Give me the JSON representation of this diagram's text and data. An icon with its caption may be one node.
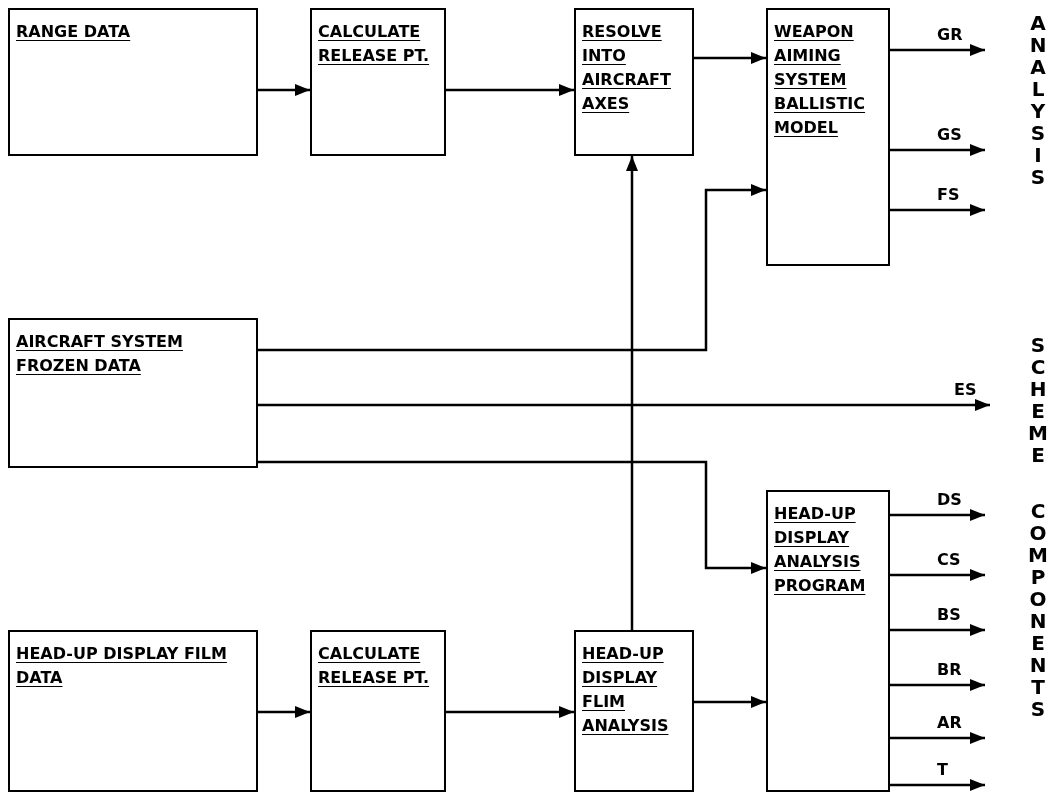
{
  "diagram": {
    "nodes": [
      {
        "text": [
          "RANGE DATA"
        ]
      },
      {
        "text": [
          "CALCULATE RELEASE PT."
        ]
      },
      {
        "text": [
          "RESOLVE INTO AIRCRAFT AXES"
        ]
      },
      {
        "text": [
          "WEAPON AIMING SYSTEM BALLISTIC MODEL"
        ]
      },
      {
        "text": [
          "AIRCRAFT SYSTEM FROZEN DATA"
        ]
      },
      {
        "text": [
          "HEAD-UP DISPLAY ANALYSIS PROGRAM"
        ]
      },
      {
        "text": [
          "HEAD-UP DISPLAY FILM DATA"
        ]
      },
      {
        "text": [
          "CALCULATE RELEASE PT."
        ]
      },
      {
        "text": [
          "HEAD-UP DISPLAY FLIM ANALYSIS"
        ]
      }
    ],
    "edges": [
      {
        "from": 0,
        "to": 1,
        "arrow": "to"
      },
      {
        "from": 1,
        "to": 2,
        "arrow": "to"
      },
      {
        "from": 2,
        "to": 3,
        "arrow": "to"
      },
      {
        "from": 8,
        "to": 2,
        "arrow": "to"
      },
      {
        "from": 4,
        "to": 3,
        "arrow": "to"
      },
      {
        "from": 4,
        "to": null,
        "arrow": "to",
        "label": "ES"
      },
      {
        "from": 4,
        "to": 5,
        "arrow": "to"
      },
      {
        "from": 6,
        "to": 7,
        "arrow": "to"
      },
      {
        "from": 7,
        "to": 8,
        "arrow": "to"
      },
      {
        "from": 8,
        "to": 5,
        "arrow": "to"
      },
      {
        "from": 3,
        "to": null,
        "arrow": "to",
        "label": "GR"
      },
      {
        "from": 3,
        "to": null,
        "arrow": "to",
        "label": "GS"
      },
      {
        "from": 3,
        "to": null,
        "arrow": "to",
        "label": "FS"
      },
      {
        "from": 5,
        "to": null,
        "arrow": "to",
        "label": "DS"
      },
      {
        "from": 5,
        "to": null,
        "arrow": "to",
        "label": "CS"
      },
      {
        "from": 5,
        "to": null,
        "arrow": "to",
        "label": "BS"
      },
      {
        "from": 5,
        "to": null,
        "arrow": "to",
        "label": "BR"
      },
      {
        "from": 5,
        "to": null,
        "arrow": "to",
        "label": "AR"
      },
      {
        "from": 5,
        "to": null,
        "arrow": "to",
        "label": "T"
      }
    ],
    "labels": [
      "ANALYSIS",
      "SCHEME",
      "COMPONENTS"
    ]
  }
}
